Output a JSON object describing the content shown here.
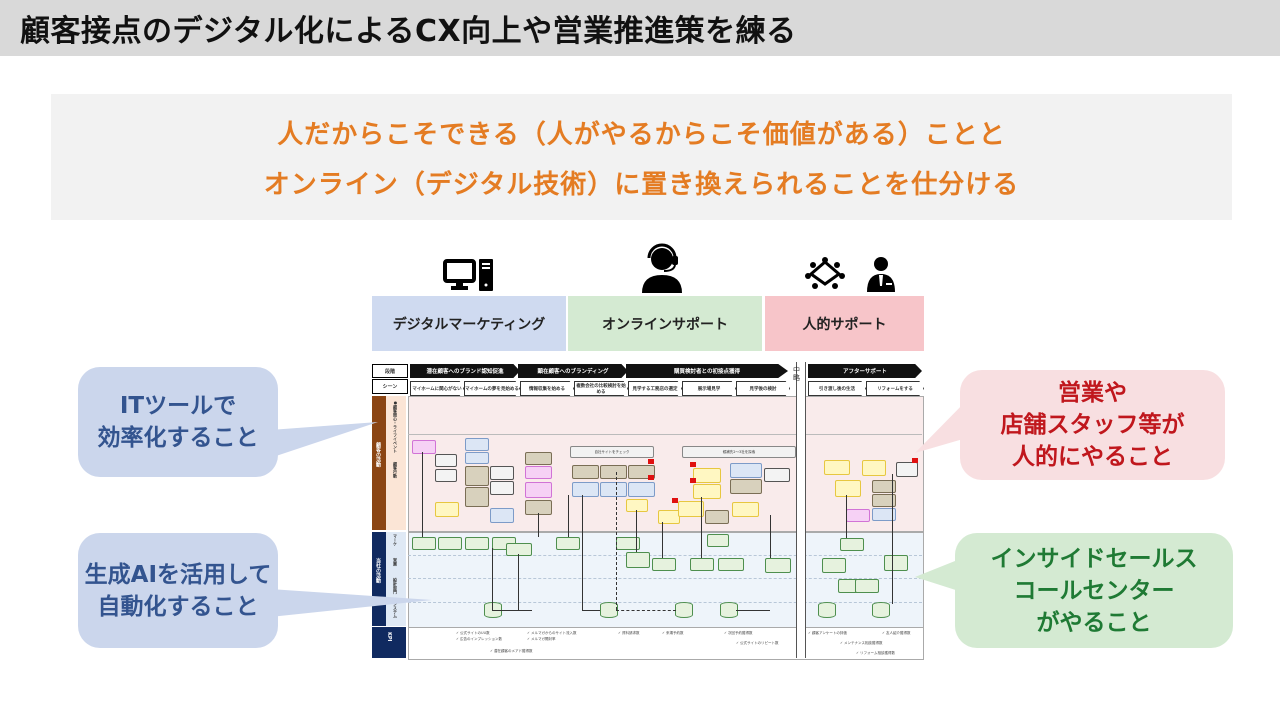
{
  "header": {
    "title": "顧客接点のデジタル化によるCX向上や営業推進策を練る"
  },
  "banner": {
    "line1": "人だからこそできる（人がやるからこそ価値がある）ことと",
    "line2": "オンライン（デジタル技術）に置き換えられることを仕分ける"
  },
  "categories": [
    {
      "label": "デジタルマーケティング",
      "icon": "desktop-computer-icon",
      "color": "#cfdaf0"
    },
    {
      "label": "オンラインサポート",
      "icon": "headset-operator-icon",
      "color": "#d4ead2"
    },
    {
      "label": "人的サポート",
      "icon": "meeting-table-and-businessperson-icon",
      "color": "#f7c5c9"
    }
  ],
  "bubbles": {
    "it_tools": {
      "line1": "ITツールで",
      "line2": "効率化すること"
    },
    "gen_ai": {
      "line1": "生成AIを活用して",
      "line2": "自動化すること"
    },
    "sales": {
      "line1": "営業や",
      "line2": "店舗スタッフ等が",
      "line3": "人的にやること"
    },
    "inside_sales": {
      "line1": "インサイドセールス",
      "line2": "コールセンター",
      "line3": "がやること"
    }
  },
  "diagram": {
    "row_headers": {
      "phase": "段階",
      "scene": "シーン"
    },
    "phases": [
      "潜在顧客へのブランド認知促進",
      "顕在顧客へのブランディング",
      "購買検討者との初接点獲得",
      "アフターサポート"
    ],
    "omitted_label": "中略",
    "scenes": [
      "マイホームに関心がない",
      "マイホームの夢を見始める",
      "情報収集を始める",
      "複数会社の比較検討を始める",
      "見学する工務店の選定",
      "展示場見学",
      "見学後の検討",
      "引き渡し後の生活",
      "リフォームをする"
    ],
    "zones": {
      "customer": "顧客の活動",
      "customer_sub1": "●顧客関心・ライフイベント",
      "customer_sub2": "顧客行動",
      "company": "当社の活動",
      "company_sub": [
        "マーケ",
        "営業",
        "設計部門",
        "システム"
      ],
      "kpi": "KPI"
    },
    "group_labels": [
      "自社サイトをチェック",
      "候補先2～3社を探索"
    ],
    "kpi_items": [
      "公式サイトのUU数",
      "広告のインプレッション数",
      "潜在顧客のメアド獲得数",
      "メルマガからのサイト流入数",
      "メルマガ開封率",
      "資料請求数",
      "来場予約数",
      "次回予約獲得数",
      "公式サイトのリピート数",
      "顧客アンケートの評価",
      "メンテナンス相談獲得数",
      "リフォーム相談獲得数",
      "友人紹介獲得数"
    ]
  }
}
